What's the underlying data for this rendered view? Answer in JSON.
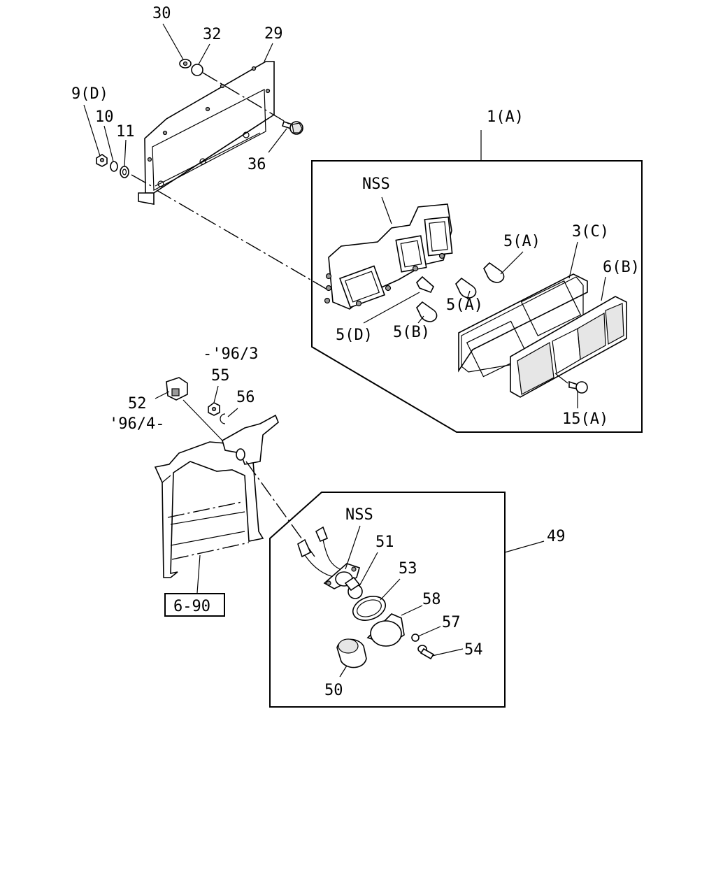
{
  "callouts": {
    "c30": "30",
    "c32": "32",
    "c29": "29",
    "c9d": "9(D)",
    "c10": "10",
    "c11": "11",
    "c36": "36",
    "c1a": "1(A)",
    "nss_top": "NSS",
    "c5a_top": "5(A)",
    "c3c": "3(C)",
    "c6b": "6(B)",
    "c5a_mid": "5(A)",
    "c5d": "5(D)",
    "c5b": "5(B)",
    "c15a": "15(A)",
    "date_to": "-'96/3",
    "c55": "55",
    "c56": "56",
    "c52": "52",
    "date_from": "'96/4-",
    "nss_bottom": "NSS",
    "c51": "51",
    "c49": "49",
    "c53": "53",
    "c58": "58",
    "c57": "57",
    "c54": "54",
    "c50": "50",
    "ref_690": "6-90"
  }
}
